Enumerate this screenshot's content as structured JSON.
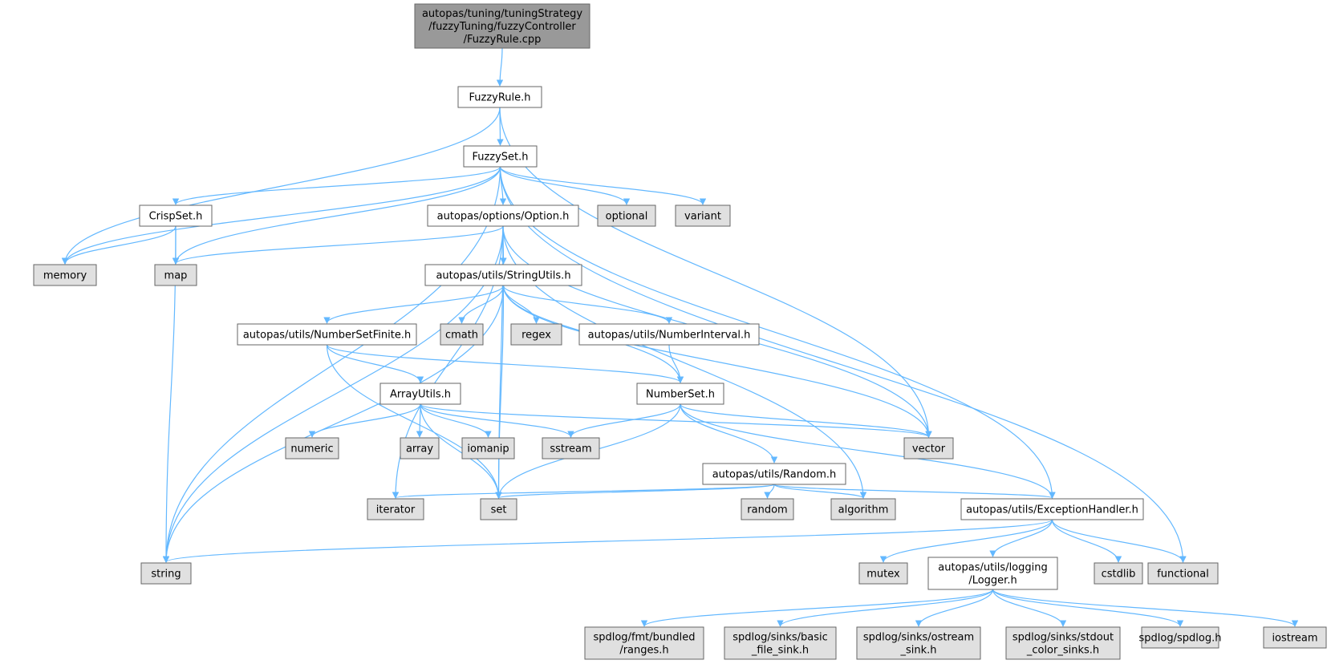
{
  "colors": {
    "root_fill": "#999999",
    "project_fill": "#ffffff",
    "system_fill": "#e0e0e0",
    "border": "#666666",
    "edge": "#63b8ff",
    "text": "#000000"
  },
  "nodes": [
    {
      "id": "root",
      "kind": "root",
      "lines": [
        "autopas/tuning/tuningStrategy",
        "/fuzzyTuning/fuzzyController",
        "/FuzzyRule.cpp"
      ]
    },
    {
      "id": "fuzzyrule",
      "kind": "project",
      "lines": [
        "FuzzyRule.h"
      ]
    },
    {
      "id": "fuzzyset",
      "kind": "project",
      "lines": [
        "FuzzySet.h"
      ]
    },
    {
      "id": "crispset",
      "kind": "project",
      "lines": [
        "CrispSet.h"
      ]
    },
    {
      "id": "option",
      "kind": "project",
      "lines": [
        "autopas/options/Option.h"
      ]
    },
    {
      "id": "optional",
      "kind": "system",
      "lines": [
        "optional"
      ]
    },
    {
      "id": "variant",
      "kind": "system",
      "lines": [
        "variant"
      ]
    },
    {
      "id": "memory",
      "kind": "system",
      "lines": [
        "memory"
      ]
    },
    {
      "id": "map",
      "kind": "system",
      "lines": [
        "map"
      ]
    },
    {
      "id": "stringutils",
      "kind": "project",
      "lines": [
        "autopas/utils/StringUtils.h"
      ]
    },
    {
      "id": "numbersetfinite",
      "kind": "project",
      "lines": [
        "autopas/utils/NumberSetFinite.h"
      ]
    },
    {
      "id": "cmath",
      "kind": "system",
      "lines": [
        "cmath"
      ]
    },
    {
      "id": "regex",
      "kind": "system",
      "lines": [
        "regex"
      ]
    },
    {
      "id": "numberinterval",
      "kind": "project",
      "lines": [
        "autopas/utils/NumberInterval.h"
      ]
    },
    {
      "id": "arrayutils",
      "kind": "project",
      "lines": [
        "ArrayUtils.h"
      ]
    },
    {
      "id": "numberset",
      "kind": "project",
      "lines": [
        "NumberSet.h"
      ]
    },
    {
      "id": "numeric",
      "kind": "system",
      "lines": [
        "numeric"
      ]
    },
    {
      "id": "array",
      "kind": "system",
      "lines": [
        "array"
      ]
    },
    {
      "id": "iomanip",
      "kind": "system",
      "lines": [
        "iomanip"
      ]
    },
    {
      "id": "sstream",
      "kind": "system",
      "lines": [
        "sstream"
      ]
    },
    {
      "id": "vector",
      "kind": "system",
      "lines": [
        "vector"
      ]
    },
    {
      "id": "random_h",
      "kind": "project",
      "lines": [
        "autopas/utils/Random.h"
      ]
    },
    {
      "id": "iterator",
      "kind": "system",
      "lines": [
        "iterator"
      ]
    },
    {
      "id": "set",
      "kind": "system",
      "lines": [
        "set"
      ]
    },
    {
      "id": "random",
      "kind": "system",
      "lines": [
        "random"
      ]
    },
    {
      "id": "algorithm",
      "kind": "system",
      "lines": [
        "algorithm"
      ]
    },
    {
      "id": "exceptionhandler",
      "kind": "project",
      "lines": [
        "autopas/utils/ExceptionHandler.h"
      ]
    },
    {
      "id": "string",
      "kind": "system",
      "lines": [
        "string"
      ]
    },
    {
      "id": "mutex",
      "kind": "system",
      "lines": [
        "mutex"
      ]
    },
    {
      "id": "logger",
      "kind": "project",
      "lines": [
        "autopas/utils/logging",
        "/Logger.h"
      ]
    },
    {
      "id": "cstdlib",
      "kind": "system",
      "lines": [
        "cstdlib"
      ]
    },
    {
      "id": "functional",
      "kind": "system",
      "lines": [
        "functional"
      ]
    },
    {
      "id": "ranges",
      "kind": "system",
      "lines": [
        "spdlog/fmt/bundled",
        "/ranges.h"
      ]
    },
    {
      "id": "basicfilesink",
      "kind": "system",
      "lines": [
        "spdlog/sinks/basic",
        "_file_sink.h"
      ]
    },
    {
      "id": "ostreamsink",
      "kind": "system",
      "lines": [
        "spdlog/sinks/ostream",
        "_sink.h"
      ]
    },
    {
      "id": "stdoutsink",
      "kind": "system",
      "lines": [
        "spdlog/sinks/stdout",
        "_color_sinks.h"
      ]
    },
    {
      "id": "spdlog",
      "kind": "system",
      "lines": [
        "spdlog/spdlog.h"
      ]
    },
    {
      "id": "iostream",
      "kind": "system",
      "lines": [
        "iostream"
      ]
    }
  ],
  "edges": [
    [
      "root",
      "fuzzyrule"
    ],
    [
      "fuzzyrule",
      "fuzzyset"
    ],
    [
      "fuzzyrule",
      "memory"
    ],
    [
      "fuzzyrule",
      "vector"
    ],
    [
      "fuzzyset",
      "crispset"
    ],
    [
      "fuzzyset",
      "option"
    ],
    [
      "fuzzyset",
      "optional"
    ],
    [
      "fuzzyset",
      "variant"
    ],
    [
      "fuzzyset",
      "memory"
    ],
    [
      "fuzzyset",
      "map"
    ],
    [
      "fuzzyset",
      "string"
    ],
    [
      "fuzzyset",
      "exceptionhandler"
    ],
    [
      "fuzzyset",
      "functional"
    ],
    [
      "crispset",
      "memory"
    ],
    [
      "crispset",
      "map"
    ],
    [
      "crispset",
      "string"
    ],
    [
      "option",
      "stringutils"
    ],
    [
      "option",
      "map"
    ],
    [
      "option",
      "iterator"
    ],
    [
      "option",
      "set"
    ],
    [
      "option",
      "vector"
    ],
    [
      "option",
      "algorithm"
    ],
    [
      "option",
      "string"
    ],
    [
      "stringutils",
      "numbersetfinite"
    ],
    [
      "stringutils",
      "cmath"
    ],
    [
      "stringutils",
      "regex"
    ],
    [
      "stringutils",
      "numberinterval"
    ],
    [
      "stringutils",
      "numberset"
    ],
    [
      "stringutils",
      "vector"
    ],
    [
      "stringutils",
      "string"
    ],
    [
      "stringutils",
      "set"
    ],
    [
      "numbersetfinite",
      "arrayutils"
    ],
    [
      "numbersetfinite",
      "numberset"
    ],
    [
      "numbersetfinite",
      "set"
    ],
    [
      "numberinterval",
      "numberset"
    ],
    [
      "arrayutils",
      "numeric"
    ],
    [
      "arrayutils",
      "array"
    ],
    [
      "arrayutils",
      "iomanip"
    ],
    [
      "arrayutils",
      "sstream"
    ],
    [
      "arrayutils",
      "vector"
    ],
    [
      "arrayutils",
      "set"
    ],
    [
      "numberset",
      "sstream"
    ],
    [
      "numberset",
      "vector"
    ],
    [
      "numberset",
      "random_h"
    ],
    [
      "numberset",
      "set"
    ],
    [
      "numberset",
      "exceptionhandler"
    ],
    [
      "random_h",
      "iterator"
    ],
    [
      "random_h",
      "set"
    ],
    [
      "random_h",
      "random"
    ],
    [
      "random_h",
      "algorithm"
    ],
    [
      "random_h",
      "exceptionhandler"
    ],
    [
      "exceptionhandler",
      "string"
    ],
    [
      "exceptionhandler",
      "mutex"
    ],
    [
      "exceptionhandler",
      "logger"
    ],
    [
      "exceptionhandler",
      "cstdlib"
    ],
    [
      "exceptionhandler",
      "functional"
    ],
    [
      "logger",
      "ranges"
    ],
    [
      "logger",
      "basicfilesink"
    ],
    [
      "logger",
      "ostreamsink"
    ],
    [
      "logger",
      "stdoutsink"
    ],
    [
      "logger",
      "spdlog"
    ],
    [
      "logger",
      "iostream"
    ]
  ]
}
